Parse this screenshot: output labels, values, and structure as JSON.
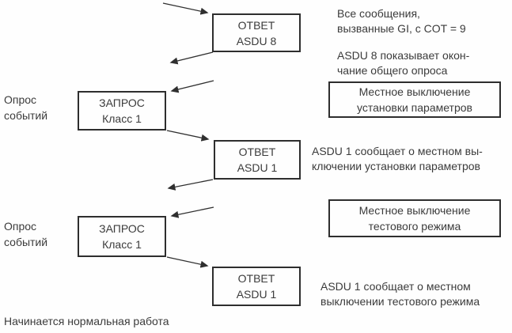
{
  "colors": {
    "background": "#fefefe",
    "text": "#3b3b3b",
    "box_border": "#2e2e2e",
    "arrow": "#2f2f2f"
  },
  "boxes": {
    "reply_asdu8": {
      "line1": "ОТВЕТ",
      "line2": "ASDU 8"
    },
    "request_class1_a": {
      "line1": "ЗАПРОС",
      "line2": "Класс 1"
    },
    "reply_asdu1_a": {
      "line1": "ОТВЕТ",
      "line2": "ASDU 1"
    },
    "request_class1_b": {
      "line1": "ЗАПРОС",
      "line2": "Класс 1"
    },
    "reply_asdu1_b": {
      "line1": "ОТВЕТ",
      "line2": "ASDU 1"
    },
    "local_param_off": {
      "line1": "Местное выключение",
      "line2": "установки параметров"
    },
    "local_test_off": {
      "line1": "Местное выключение",
      "line2": "тестового режима"
    }
  },
  "side_labels": {
    "event_poll_a": {
      "line1": "Опрос",
      "line2": "событий"
    },
    "event_poll_b": {
      "line1": "Опрос",
      "line2": "событий"
    }
  },
  "notes": {
    "gi_messages": {
      "line1": "Все сообщения,",
      "line2": "вызванные GI, с COT = 9"
    },
    "asdu8_end": {
      "line1": "ASDU 8 показывает окон-",
      "line2": "чание общего опроса"
    },
    "asdu1_param": {
      "line1": "ASDU 1 сообщает о местном вы-",
      "line2": "ключении установки параметров"
    },
    "asdu1_test": {
      "line1": "ASDU 1 сообщает о местном",
      "line2": "выключении тестового режима"
    },
    "normal_work": "Начинается нормальная работа"
  }
}
